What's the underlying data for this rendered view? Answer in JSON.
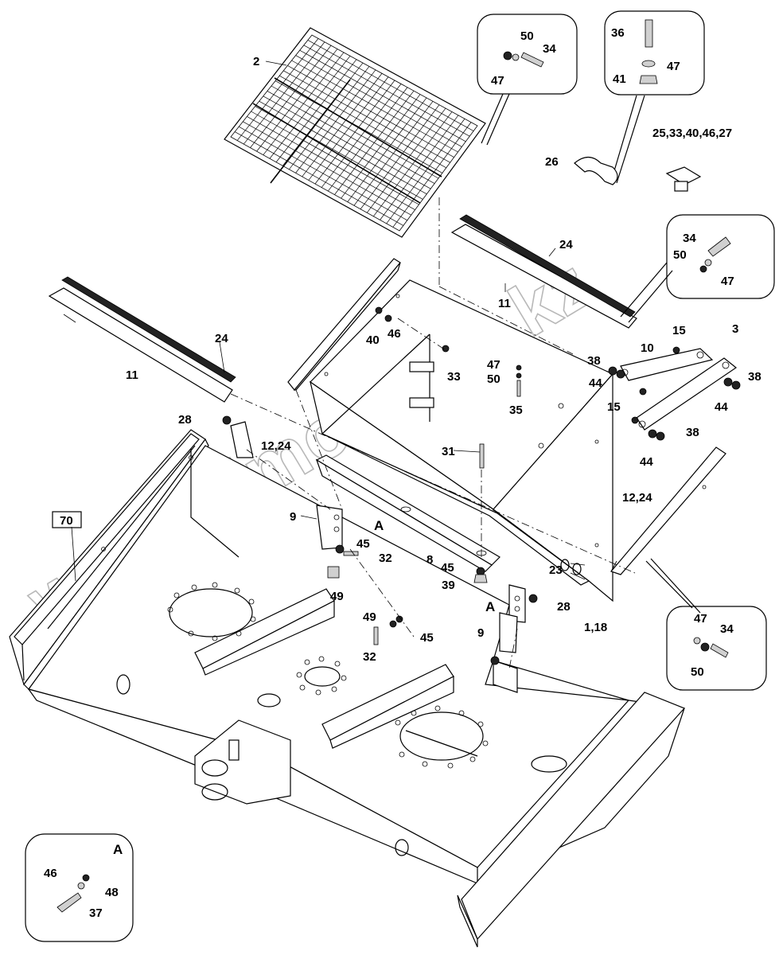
{
  "parts": {
    "p2": "2",
    "p24a": "24",
    "p11a": "11",
    "p24b": "24",
    "p11b": "11",
    "p40": "40",
    "p46": "46",
    "p33": "33",
    "p47a": "47",
    "p50a": "50",
    "p35": "35",
    "p38a": "38",
    "p44a": "44",
    "p10": "10",
    "p15a": "15",
    "p15b": "15",
    "p3": "3",
    "p38b": "38",
    "p44b": "44",
    "p38c": "38",
    "p44c": "44",
    "p28a": "28",
    "p12_24a": "12,24",
    "p31": "31",
    "p12_24b": "12,24",
    "p70": "70",
    "p9a": "9",
    "pAa": "A",
    "p45a": "45",
    "p32a": "32",
    "p8": "8",
    "p49a": "49",
    "p45b": "45",
    "p39": "39",
    "p23": "23",
    "pAb": "A",
    "p28b": "28",
    "p9b": "9",
    "p1_18": "1,18",
    "p49b": "49",
    "p45c": "45",
    "p32b": "32",
    "p26": "26",
    "p25group": "25,33,40,46,27"
  },
  "detail_top_left": {
    "p47": "47",
    "p50": "50",
    "p34": "34"
  },
  "detail_top_right": {
    "p36": "36",
    "p47": "47",
    "p41": "41"
  },
  "detail_right_upper": {
    "p34": "34",
    "p50": "50",
    "p47": "47"
  },
  "detail_right_lower": {
    "p47": "47",
    "p34": "34",
    "p50": "50"
  },
  "detail_a": {
    "title": "A",
    "p46": "46",
    "p48": "48",
    "p37": "37"
  },
  "watermark": "www.simon-too.kz"
}
